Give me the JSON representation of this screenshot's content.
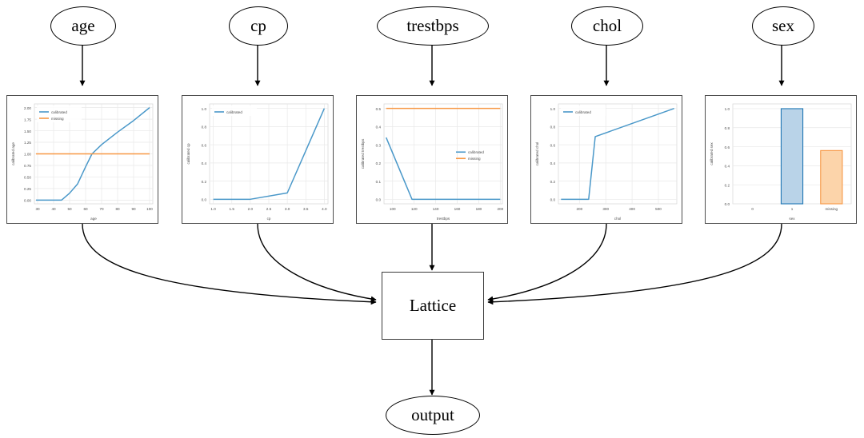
{
  "diagram": {
    "title": "Calibrated lattice model diagram",
    "input_nodes": [
      {
        "id": "age",
        "label": "age"
      },
      {
        "id": "cp",
        "label": "cp"
      },
      {
        "id": "trestbps",
        "label": "trestbps"
      },
      {
        "id": "chol",
        "label": "chol"
      },
      {
        "id": "sex",
        "label": "sex"
      }
    ],
    "lattice_node": {
      "label": "Lattice"
    },
    "output_node": {
      "label": "output"
    },
    "edge_color": "#000000"
  },
  "colors": {
    "calibrated_line": "#4a98c9",
    "missing_line": "#f79845",
    "bar_blue_fill": "#b9d3e8",
    "bar_blue_edge": "#1f77b4",
    "bar_orange_fill": "#fcd4aa",
    "bar_orange_edge": "#f79845",
    "grid": "#e8e8e8",
    "axis_text": "#4d4d4d",
    "plot_border": "#4d4d4d"
  },
  "chart_data": [
    {
      "id": "age",
      "type": "line",
      "title": "",
      "xlabel": "age",
      "ylabel": "calibrated age",
      "xlim": [
        28,
        102
      ],
      "ylim": [
        -0.08,
        2.08
      ],
      "xticks": [
        30,
        40,
        50,
        60,
        70,
        80,
        90,
        100
      ],
      "yticks": [
        "0.00",
        "0.25",
        "0.50",
        "0.75",
        "1.00",
        "1.25",
        "1.50",
        "1.75",
        "2.00"
      ],
      "grid": true,
      "legend_position": "upper-left",
      "series": [
        {
          "name": "calibrated",
          "color": "#4a98c9",
          "x": [
            29,
            45,
            50,
            55,
            60,
            64,
            70,
            80,
            90,
            100
          ],
          "values": [
            0.0,
            0.0,
            0.15,
            0.35,
            0.72,
            1.0,
            1.2,
            1.47,
            1.72,
            2.0
          ]
        },
        {
          "name": "missing",
          "color": "#f79845",
          "x": [
            29,
            100
          ],
          "values": [
            1.0,
            1.0
          ]
        }
      ]
    },
    {
      "id": "cp",
      "type": "line",
      "title": "",
      "xlabel": "cp",
      "ylabel": "calibrated cp",
      "xlim": [
        0.9,
        4.1
      ],
      "ylim": [
        -0.05,
        1.05
      ],
      "xticks": [
        "1.0",
        "1.5",
        "2.0",
        "2.5",
        "3.0",
        "3.5",
        "4.0"
      ],
      "yticks": [
        "0.0",
        "0.2",
        "0.4",
        "0.6",
        "0.8",
        "1.0"
      ],
      "grid": true,
      "legend_position": "upper-left",
      "series": [
        {
          "name": "calibrated",
          "color": "#4a98c9",
          "x": [
            1.0,
            2.0,
            3.0,
            4.0
          ],
          "values": [
            0.0,
            0.0,
            0.07,
            1.0
          ]
        }
      ]
    },
    {
      "id": "trestbps",
      "type": "line",
      "title": "",
      "xlabel": "trestbps",
      "ylabel": "calibrated trestbps",
      "xlim": [
        92,
        202
      ],
      "ylim": [
        -0.025,
        0.525
      ],
      "xticks": [
        100,
        120,
        140,
        160,
        180,
        200
      ],
      "yticks": [
        "0.0",
        "0.1",
        "0.2",
        "0.3",
        "0.4",
        "0.5"
      ],
      "grid": true,
      "legend_position": "center-right",
      "series": [
        {
          "name": "calibrated",
          "color": "#4a98c9",
          "x": [
            94,
            118,
            200
          ],
          "values": [
            0.34,
            0.0,
            0.0
          ]
        },
        {
          "name": "missing",
          "color": "#f79845",
          "x": [
            94,
            200
          ],
          "values": [
            0.5,
            0.5
          ]
        }
      ]
    },
    {
      "id": "chol",
      "type": "line",
      "title": "",
      "xlabel": "chol",
      "ylabel": "calibrated chol",
      "xlim": [
        120,
        570
      ],
      "ylim": [
        -0.05,
        1.05
      ],
      "xticks": [
        200,
        300,
        400,
        500
      ],
      "yticks": [
        "0.0",
        "0.2",
        "0.4",
        "0.6",
        "0.8",
        "1.0"
      ],
      "grid": true,
      "legend_position": "upper-left",
      "series": [
        {
          "name": "calibrated",
          "color": "#4a98c9",
          "x": [
            130,
            235,
            260,
            560
          ],
          "values": [
            0.0,
            0.0,
            0.69,
            1.0
          ]
        }
      ]
    },
    {
      "id": "sex",
      "type": "bar",
      "title": "",
      "xlabel": "sex",
      "ylabel": "calibrated sex",
      "ylim": [
        0,
        1.05
      ],
      "categories": [
        "0",
        "1",
        "missing"
      ],
      "values": [
        0.0,
        1.0,
        0.56
      ],
      "bar_colors": [
        "#b9d3e8",
        "#b9d3e8",
        "#fcd4aa"
      ],
      "bar_edge_colors": [
        "#1f77b4",
        "#1f77b4",
        "#f79845"
      ],
      "yticks": [
        "0.0",
        "0.2",
        "0.4",
        "0.6",
        "0.8",
        "1.0"
      ],
      "grid": true,
      "legend_position": "none"
    }
  ]
}
